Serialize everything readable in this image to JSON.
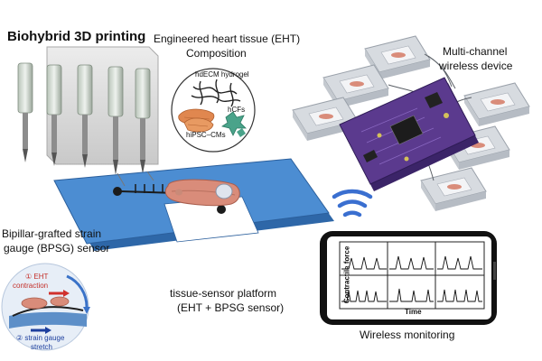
{
  "title": "Biohybrid 3D printing",
  "eht": {
    "heading_line1": "Engineered heart tissue (EHT)",
    "heading_line2": "Composition",
    "hydrogel_label": "hdECM hydrogel",
    "hcfs_label": "hCFs",
    "cms_label": "hiPSC–CMs"
  },
  "device": {
    "line1": "Multi-channel",
    "line2": "wireless device"
  },
  "sensor": {
    "line1": "Bipillar-grafted strain",
    "line2": "gauge (BPSG) sensor",
    "step1": "① EHT",
    "step1b": "contraction",
    "step2": "② strain gauge",
    "step2b": "stretch"
  },
  "platform": {
    "line1": "tissue-sensor platform",
    "line2": "(EHT + BPSG sensor)"
  },
  "phone": {
    "ylabel": "Contractile force",
    "xlabel": "Time",
    "caption": "Wireless monitoring"
  },
  "colors": {
    "platform_blue": "#3f7fc4",
    "pcb_purple": "#5b3a8e",
    "tissue_pink": "#d98c7a",
    "wifi_blue": "#3a6fd0"
  }
}
